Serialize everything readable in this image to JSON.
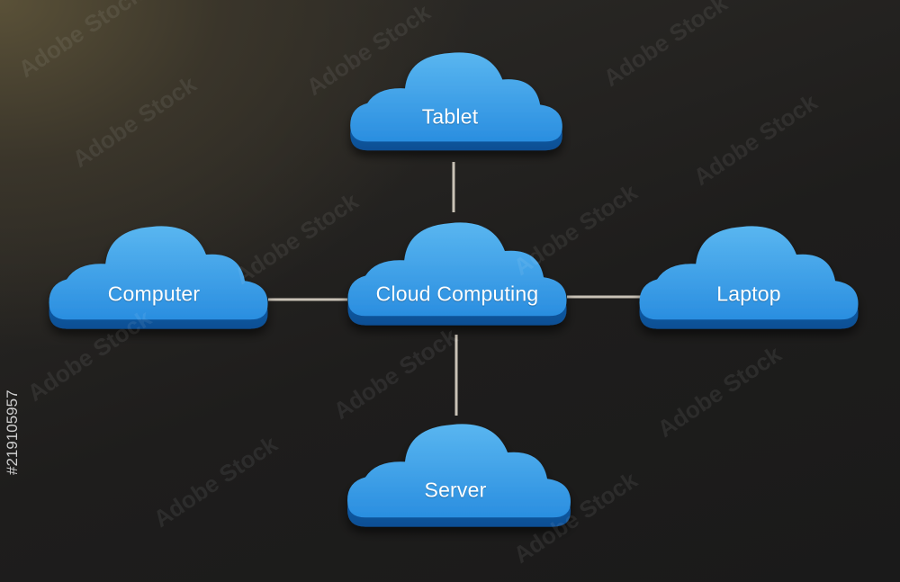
{
  "diagram": {
    "nodes": {
      "center": "Cloud Computing",
      "top": "Tablet",
      "left": "Computer",
      "right": "Laptop",
      "bottom": "Server"
    },
    "edges": [
      [
        "center",
        "top"
      ],
      [
        "center",
        "left"
      ],
      [
        "center",
        "right"
      ],
      [
        "center",
        "bottom"
      ]
    ],
    "colors": {
      "cloud_top": "#3aa0e6",
      "cloud_side": "#1665b8",
      "connector": "#c9c2b6",
      "background": "#1e1d1c"
    }
  },
  "watermark": {
    "text": "Adobe Stock",
    "id": "#219105957"
  }
}
